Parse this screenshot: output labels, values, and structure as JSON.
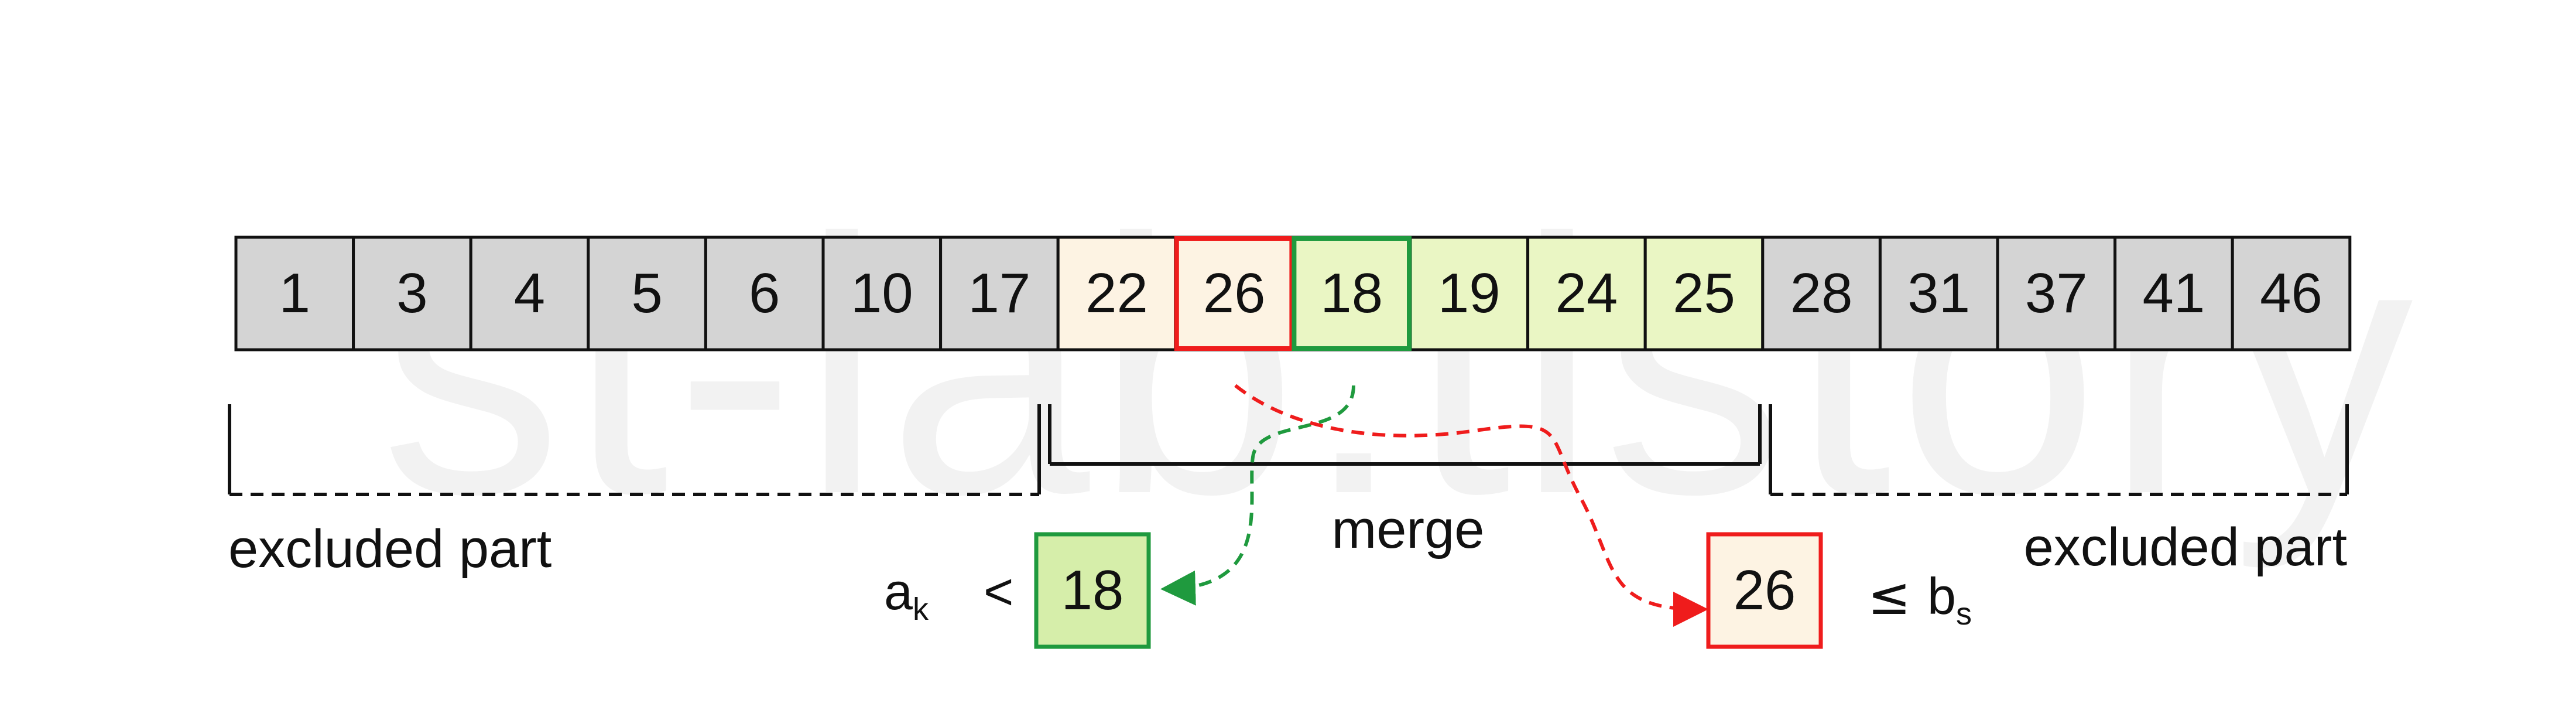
{
  "watermark": "st-lab.tistory",
  "array": [
    {
      "value": "1",
      "state": "excluded"
    },
    {
      "value": "3",
      "state": "excluded"
    },
    {
      "value": "4",
      "state": "excluded"
    },
    {
      "value": "5",
      "state": "excluded"
    },
    {
      "value": "6",
      "state": "excluded"
    },
    {
      "value": "10",
      "state": "excluded"
    },
    {
      "value": "17",
      "state": "excluded"
    },
    {
      "value": "22",
      "state": "left-run"
    },
    {
      "value": "26",
      "state": "left-run-highlight"
    },
    {
      "value": "18",
      "state": "right-run-highlight"
    },
    {
      "value": "19",
      "state": "right-run"
    },
    {
      "value": "24",
      "state": "right-run"
    },
    {
      "value": "25",
      "state": "right-run"
    },
    {
      "value": "28",
      "state": "excluded"
    },
    {
      "value": "31",
      "state": "excluded"
    },
    {
      "value": "37",
      "state": "excluded"
    },
    {
      "value": "41",
      "state": "excluded"
    },
    {
      "value": "46",
      "state": "excluded"
    }
  ],
  "labels": {
    "excluded_left": "excluded part",
    "excluded_right": "excluded part",
    "merge": "merge"
  },
  "left_condition": {
    "symbol": "a",
    "subscript": "k",
    "operator": "<",
    "box_value": "18"
  },
  "right_condition": {
    "box_value": "26",
    "operator": "≤",
    "symbol": "b",
    "subscript": "s"
  },
  "colors": {
    "excluded_fill": "#d4d4d4",
    "left_run_fill": "#fdf3e3",
    "right_run_fill": "#eaf6c4",
    "highlight_red": "#ef1c1c",
    "highlight_green": "#1f9a3e",
    "green_box_fill": "#d6eeaa",
    "ink": "#111111"
  }
}
